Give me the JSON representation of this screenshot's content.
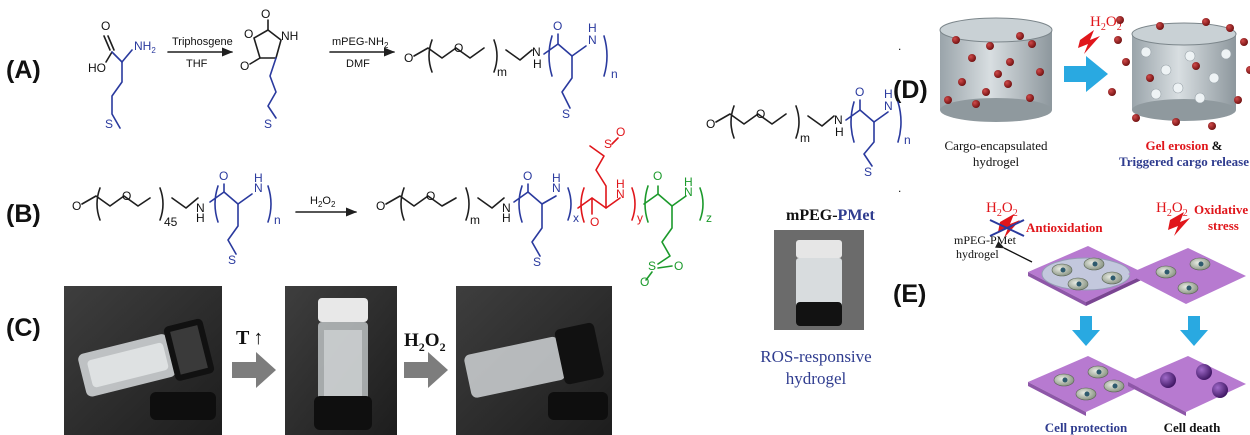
{
  "panels": {
    "a": "(A)",
    "b": "(B)",
    "c": "(C)",
    "d": "(D)",
    "e": "(E)"
  },
  "reaction_a": {
    "reagent1": "Triphosgene",
    "solvent1": "THF",
    "reagent2": "mPEG-NH",
    "reagent2_sub": "2",
    "solvent2": "DMF"
  },
  "reaction_b": {
    "reagent": "H",
    "reagent_sub1": "2",
    "reagent_o": "O",
    "reagent_sub2": "2"
  },
  "atoms": {
    "ho": "HO",
    "nh2": "NH",
    "nh2_sub": "2",
    "o": "O",
    "n": "N",
    "h": "H",
    "s": "S",
    "nh": "NH",
    "m": "m",
    "n_sub": "n",
    "p45": "45",
    "x": "x",
    "y": "y",
    "z": "z"
  },
  "panel_c": {
    "temp_label": "T",
    "temp_arrow": "↑",
    "reagent": "H",
    "reagent_sub1": "2",
    "reagent_o": "O",
    "reagent_sub2": "2"
  },
  "middle": {
    "polymer_black": "mPEG-",
    "polymer_blue": "PMet",
    "caption_line1": "ROS-responsive",
    "caption_line2": "hydrogel"
  },
  "panel_d": {
    "reagent": "H",
    "reagent_sub1": "2",
    "reagent_o": "O",
    "reagent_sub2": "2",
    "left_line1": "Cargo-encapsulated",
    "left_line2": "hydrogel",
    "right_line1_red": "Gel erosion",
    "right_line1_amp": " &",
    "right_line2_blue": "Triggered cargo release"
  },
  "panel_e": {
    "reagent": "H",
    "reagent_sub1": "2",
    "reagent_o": "O",
    "reagent_sub2": "2",
    "antioxidation": "Antioxidation",
    "oxidative_line1": "Oxidative",
    "oxidative_line2": "stress",
    "hydrogel_line1": "mPEG-PMet",
    "hydrogel_line2": "hydrogel",
    "left_result": "Cell protection",
    "right_result": "Cell death"
  },
  "colors": {
    "backbone_blue": "#2a3a9e",
    "sulfoxide_red": "#e0161b",
    "sulfone_green": "#1c9a2c",
    "arrow_cyan": "#29a9e1",
    "caption_navy": "#2f3c8f",
    "text_red": "#e0161b",
    "plate_purple": "#b77ad0",
    "particle_maroon": "#8b1a1a"
  },
  "icons": [
    "flash-icon",
    "cross-icon",
    "arrow-right-icon",
    "arrow-down-icon"
  ]
}
